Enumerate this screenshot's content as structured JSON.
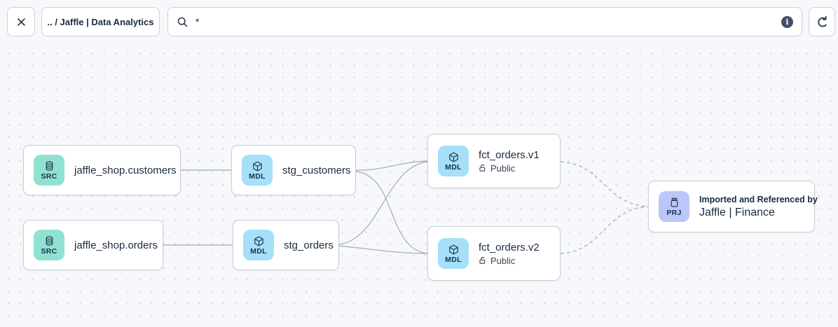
{
  "toolbar": {
    "breadcrumb_label": ".. / Jaffle | Data Analytics",
    "search_value": "*",
    "info_glyph": "i"
  },
  "graph": {
    "nodes": {
      "src_customers": {
        "badge": "SRC",
        "label": "jaffle_shop.customers",
        "type": "source"
      },
      "src_orders": {
        "badge": "SRC",
        "label": "jaffle_shop.orders",
        "type": "source"
      },
      "stg_customers": {
        "badge": "MDL",
        "label": "stg_customers",
        "type": "model"
      },
      "stg_orders": {
        "badge": "MDL",
        "label": "stg_orders",
        "type": "model"
      },
      "fct_orders_v1": {
        "badge": "MDL",
        "label": "fct_orders.v1",
        "access": "Public",
        "type": "model"
      },
      "fct_orders_v2": {
        "badge": "MDL",
        "label": "fct_orders.v2",
        "access": "Public",
        "type": "model"
      },
      "project_finance": {
        "badge": "PRJ",
        "caption": "Imported and Referenced by",
        "label": "Jaffle | Finance",
        "type": "project"
      }
    }
  },
  "colors": {
    "source-badge": "#8fe2d2",
    "model-badge": "#a6dffa",
    "project-badge": "#bcc6f8",
    "edge": "#aeb4c0",
    "text": "#1b2b3f",
    "icon": "#2b3a4d",
    "canvas-bg": "#f7f8fb",
    "node-border": "#c9cdd6"
  }
}
